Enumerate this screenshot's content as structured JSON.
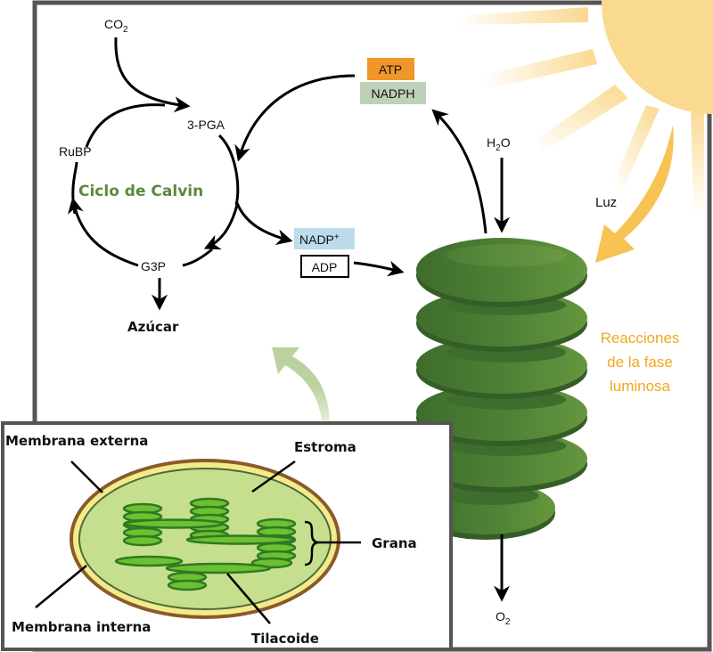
{
  "calvin_cycle": {
    "title": "Ciclo de Calvin",
    "co2": {
      "base": "CO",
      "sub": "2"
    },
    "pga": "3-PGA",
    "rubp": "RuBP",
    "g3p": "G3P",
    "sugar": "Azúcar"
  },
  "energy_carriers": {
    "atp": "ATP",
    "nadph": "NADPH",
    "nadp": {
      "base": "NADP",
      "sup": "+"
    },
    "adp": "ADP"
  },
  "light_reactions": {
    "water": {
      "base": "H",
      "sub": "2",
      "tail": "O"
    },
    "oxygen": {
      "base": "O",
      "sub": "2"
    },
    "light": "Luz",
    "title_lines": [
      "Reacciones",
      "de la fase",
      "luminosa"
    ]
  },
  "chloroplast_inset": {
    "outer_membrane": "Membrana externa",
    "inner_membrane": "Membrana interna",
    "stroma": "Estroma",
    "grana": "Grana",
    "thylakoid": "Tilacoide"
  },
  "colors": {
    "calvin_title": "#5a8a3a",
    "light_title": "#f0a81e",
    "atp_bg": "#f0962a",
    "nadph_bg": "#bcd1b5",
    "nadp_bg": "#bcdcec",
    "sun": "#fad990",
    "light_arrow": "#f6c354",
    "granum": "#4f8236",
    "inset_arrow": "#bcd29e",
    "frame": "#555555"
  }
}
